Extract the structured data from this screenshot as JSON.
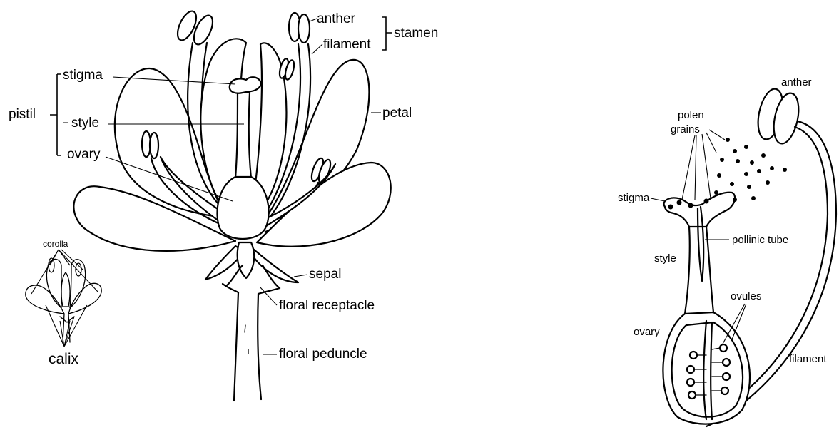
{
  "left_diagram": {
    "labels": {
      "anther": "anther",
      "filament": "filament",
      "stamen": "stamen",
      "stigma": "stigma",
      "pistil": "pistil",
      "style": "style",
      "ovary": "ovary",
      "petal": "petal",
      "sepal": "sepal",
      "floral_receptacle": "floral receptacle",
      "floral_peduncle": "floral peduncle"
    },
    "inset": {
      "corolla": "corolla",
      "calix": "calix"
    }
  },
  "right_diagram": {
    "labels": {
      "anther": "anther",
      "polen_line1": "polen",
      "polen_line2": "grains",
      "stigma": "stigma",
      "pollinic_tube": "pollinic tube",
      "style": "style",
      "ovules": "ovules",
      "ovary": "ovary",
      "filament": "filament"
    }
  }
}
